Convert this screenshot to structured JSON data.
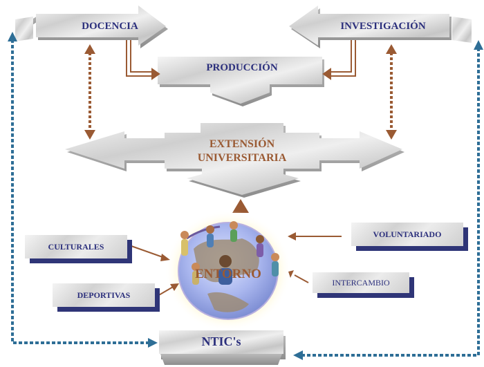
{
  "nodes": {
    "docencia": "DOCENCIA",
    "investigacion": "INVESTIGACIÓN",
    "produccion": "PRODUCCIÓN",
    "extension_line1": "EXTENSIÓN",
    "extension_line2": "UNIVERSITARIA",
    "entorno": "ENTORNO",
    "ntics": "NTIC's"
  },
  "activities": {
    "culturales": "CULTURALES",
    "deportivas": "DEPORTIVAS",
    "voluntariado": "VOLUNTARIADO",
    "intercambio": "INTERCAMBIO"
  },
  "colors": {
    "navy": "#2b2f7c",
    "brown": "#9a5a33",
    "teal": "#2e6e96",
    "shadow": "#2f3577"
  }
}
